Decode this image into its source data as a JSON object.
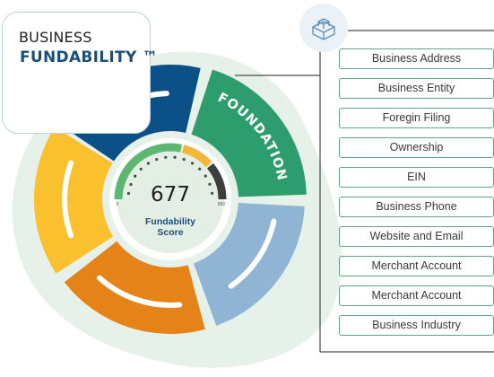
{
  "title": {
    "line1": "BUSINESS",
    "line2": "FUNDABILITY ™"
  },
  "wheel_label": "FOUNDATION",
  "score": {
    "value": "677",
    "label_line1": "Fundability",
    "label_line2": "Score",
    "min_label": "0",
    "max_label": "850"
  },
  "list_items": [
    "Business Address",
    "Business Entity",
    "Foregin Filing",
    "Ownership",
    "EIN",
    "Business Phone",
    "Website and Email",
    "Merchant Account",
    "Merchant Account",
    "Business Industry"
  ],
  "icon": "building-blocks-icon",
  "colors": {
    "navy": "#0c5088",
    "green": "#2e9d6e",
    "light_blue": "#8fb4d4",
    "orange": "#e58318",
    "yellow": "#fbc02d",
    "background_blob": "#e6f1ea",
    "inner_circle": "#e3eee5",
    "list_border": "#5fa585",
    "title_accent": "#1b4f7a"
  }
}
